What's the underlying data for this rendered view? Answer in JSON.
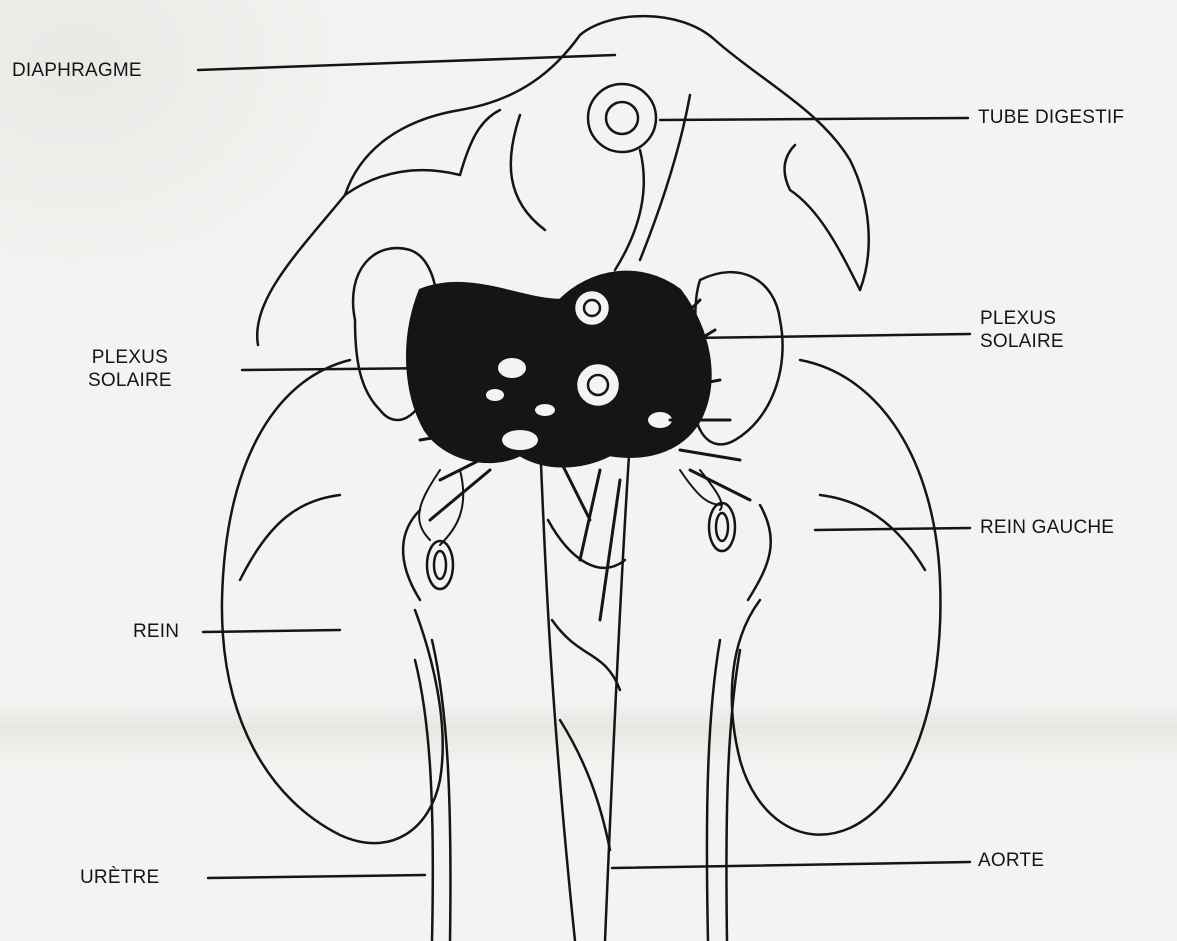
{
  "labels": {
    "diaphragme": "DIAPHRAGME",
    "tube_digestif": "TUBE DIGESTIF",
    "plexus_solaire_left": "PLEXUS\nSOLAIRE",
    "plexus_solaire_right": "PLEXUS\nSOLAIRE",
    "rein_gauche": "REIN GAUCHE",
    "rein": "REIN",
    "uretre": "URÈTRE",
    "aorte": "AORTE"
  },
  "colors": {
    "ink": "#151515",
    "paper": "#f3f3f1"
  }
}
